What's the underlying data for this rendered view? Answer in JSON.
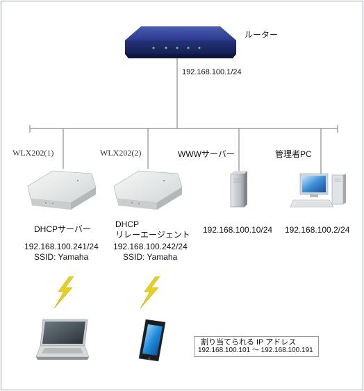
{
  "router": {
    "label": "ルーター",
    "ip": "192.168.100.1/24"
  },
  "nodes": [
    {
      "name": "WLX202(1)",
      "role": "DHCPサーバー",
      "ip": "192.168.100.241/24",
      "ssid": "SSID: Yamaha"
    },
    {
      "name": "WLX202(2)",
      "role_line1": "DHCP",
      "role_line2": "リレーエージェント",
      "ip": "192.168.100.242/24",
      "ssid": "SSID: Yamaha"
    },
    {
      "name": "WWWサーバー",
      "ip": "192.168.100.10/24"
    },
    {
      "name": "管理者PC",
      "ip": "192.168.100.2/24"
    }
  ],
  "assign": {
    "title": "割り当てられる IP アドレス",
    "range": "192.168.100.101 ～ 192.168.100.191"
  },
  "colors": {
    "router": "#2b3a8c",
    "bus": "#8a8a8a",
    "lightning": "#e8d020",
    "ap": "#e6e8e8"
  },
  "icons": [
    "router-icon",
    "access-point-icon",
    "server-icon",
    "desktop-pc-icon",
    "lightning-icon",
    "laptop-icon",
    "smartphone-icon"
  ]
}
